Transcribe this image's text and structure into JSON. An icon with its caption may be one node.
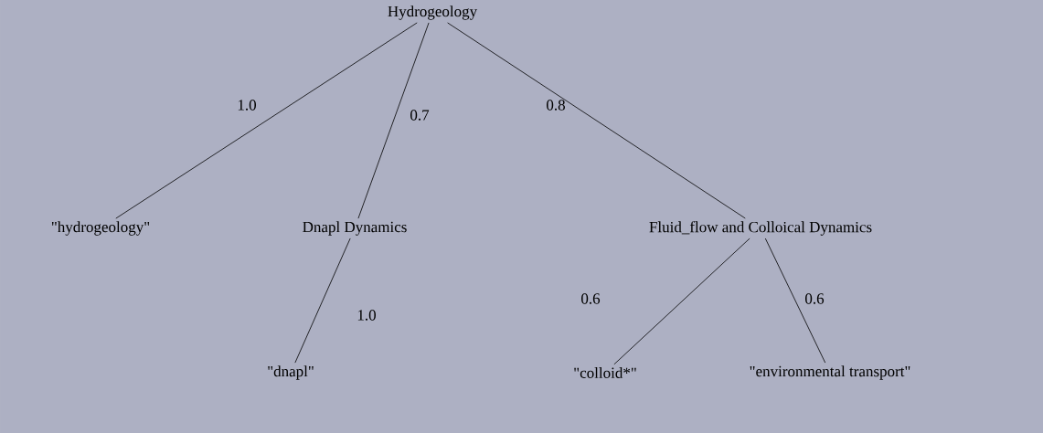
{
  "diagram": {
    "nodes": [
      {
        "text": [
          "Hydrogeology"
        ]
      },
      {
        "text": [
          "\"hydrogeology\""
        ]
      },
      {
        "text": [
          "Dnapl Dynamics"
        ]
      },
      {
        "text": [
          "Fluid_flow and Colloical Dynamics"
        ]
      },
      {
        "text": [
          "\"dnapl\""
        ]
      },
      {
        "text": [
          "\"colloid*\""
        ]
      },
      {
        "text": [
          "\"environmental transport\""
        ]
      }
    ],
    "edges": [
      {
        "from": 0,
        "to": 1,
        "arrow": "none",
        "label": "1.0"
      },
      {
        "from": 0,
        "to": 2,
        "arrow": "none",
        "label": "0.7"
      },
      {
        "from": 0,
        "to": 3,
        "arrow": "none",
        "label": "0.8"
      },
      {
        "from": 2,
        "to": 4,
        "arrow": "none",
        "label": "1.0"
      },
      {
        "from": 3,
        "to": 5,
        "arrow": "none",
        "label": "0.6"
      },
      {
        "from": 3,
        "to": 6,
        "arrow": "none",
        "label": "0.6"
      }
    ]
  }
}
